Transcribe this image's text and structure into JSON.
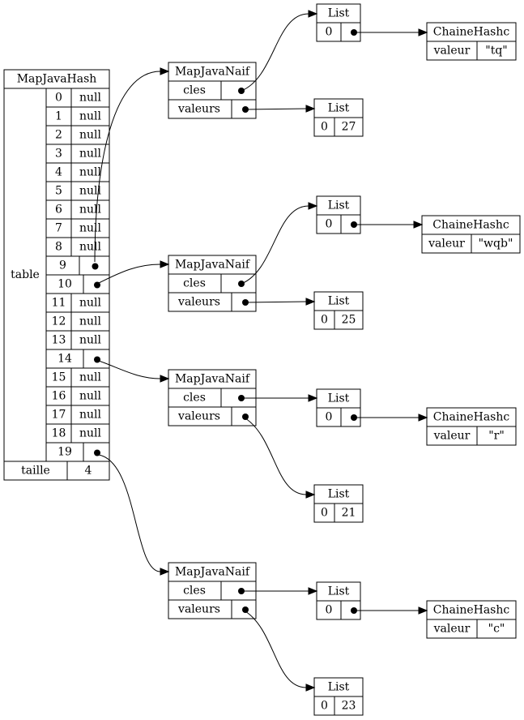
{
  "map_hash": {
    "title": "MapJavaHash",
    "table_label": "table",
    "size_label": "taille",
    "size_value": "4",
    "rows": [
      {
        "index": "0",
        "value": "null"
      },
      {
        "index": "1",
        "value": "null"
      },
      {
        "index": "2",
        "value": "null"
      },
      {
        "index": "3",
        "value": "null"
      },
      {
        "index": "4",
        "value": "null"
      },
      {
        "index": "5",
        "value": "null"
      },
      {
        "index": "6",
        "value": "null"
      },
      {
        "index": "7",
        "value": "null"
      },
      {
        "index": "8",
        "value": "null"
      },
      {
        "index": "9",
        "value": ""
      },
      {
        "index": "10",
        "value": ""
      },
      {
        "index": "11",
        "value": "null"
      },
      {
        "index": "12",
        "value": "null"
      },
      {
        "index": "13",
        "value": "null"
      },
      {
        "index": "14",
        "value": ""
      },
      {
        "index": "15",
        "value": "null"
      },
      {
        "index": "16",
        "value": "null"
      },
      {
        "index": "17",
        "value": "null"
      },
      {
        "index": "18",
        "value": "null"
      },
      {
        "index": "19",
        "value": ""
      }
    ]
  },
  "naif_maps": [
    {
      "title": "MapJavaNaif",
      "keys_label": "cles",
      "values_label": "valeurs"
    },
    {
      "title": "MapJavaNaif",
      "keys_label": "cles",
      "values_label": "valeurs"
    },
    {
      "title": "MapJavaNaif",
      "keys_label": "cles",
      "values_label": "valeurs"
    },
    {
      "title": "MapJavaNaif",
      "keys_label": "cles",
      "values_label": "valeurs"
    }
  ],
  "key_lists": [
    {
      "title": "List",
      "index": "0"
    },
    {
      "title": "List",
      "index": "0"
    },
    {
      "title": "List",
      "index": "0"
    },
    {
      "title": "List",
      "index": "0"
    }
  ],
  "strings": [
    {
      "title": "ChaineHashc",
      "field": "valeur",
      "value": "\"tq\""
    },
    {
      "title": "ChaineHashc",
      "field": "valeur",
      "value": "\"wqb\""
    },
    {
      "title": "ChaineHashc",
      "field": "valeur",
      "value": "\"r\""
    },
    {
      "title": "ChaineHashc",
      "field": "valeur",
      "value": "\"c\""
    }
  ],
  "value_lists": [
    {
      "title": "List",
      "index": "0",
      "value": "27"
    },
    {
      "title": "List",
      "index": "0",
      "value": "25"
    },
    {
      "title": "List",
      "index": "0",
      "value": "21"
    },
    {
      "title": "List",
      "index": "0",
      "value": "23"
    }
  ]
}
